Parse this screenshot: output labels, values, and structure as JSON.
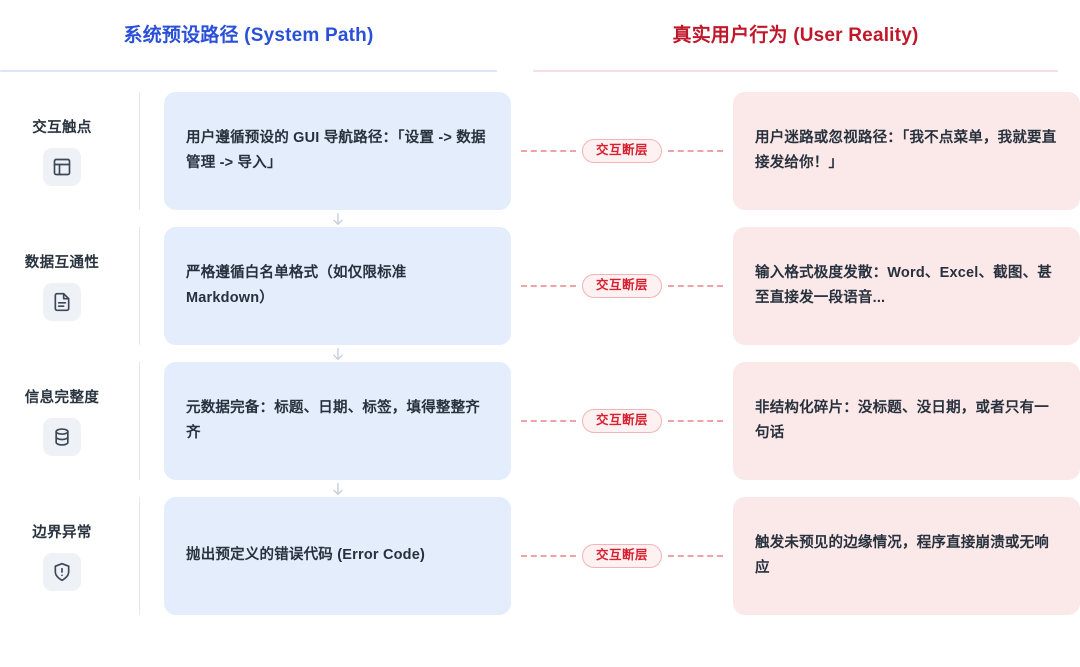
{
  "headers": {
    "left": "系统预设路径 (System Path)",
    "right": "真实用户行为 (User Reality)",
    "left_color": "#2b50d8",
    "right_color": "#c0182b"
  },
  "gap_label": "交互断层",
  "rows": [
    {
      "label": "交互触点",
      "icon": "layout-panel-icon",
      "system": "用户遵循预设的 GUI 导航路径：「设置 -> 数据管理 -> 导入」",
      "gap": "交互断层",
      "reality": "用户迷路或忽视路径：「我不点菜单，我就要直接发给你！」"
    },
    {
      "label": "数据互通性",
      "icon": "file-text-icon",
      "system": "严格遵循白名单格式（如仅限标准 Markdown）",
      "gap": "交互断层",
      "reality": "输入格式极度发散：Word、Excel、截图、甚至直接发一段语音..."
    },
    {
      "label": "信息完整度",
      "icon": "database-icon",
      "system": "元数据完备：标题、日期、标签，填得整整齐齐",
      "gap": "交互断层",
      "reality": "非结构化碎片：没标题、没日期，或者只有一句话"
    },
    {
      "label": "边界异常",
      "icon": "shield-alert-icon",
      "system": "抛出预定义的错误代码 (Error Code)",
      "gap": "交互断层",
      "reality": "触发未预见的边缘情况，程序直接崩溃或无响应"
    }
  ],
  "connector_arrow": "arrow-down-icon",
  "colors": {
    "system_card_bg": "#e3edfb",
    "reality_card_bg": "#fbe8e8",
    "badge_text": "#d92030",
    "dash": "#f0a3a6",
    "icon_box_bg": "#eef2f7"
  }
}
